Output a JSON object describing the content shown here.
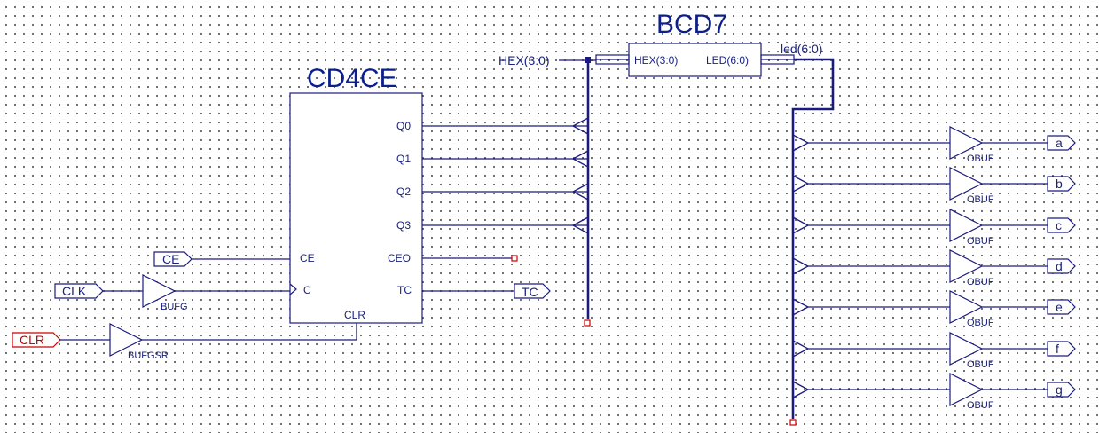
{
  "schematic": {
    "counter": {
      "title": "CD4CE",
      "pins": {
        "q0": "Q0",
        "q1": "Q1",
        "q2": "Q2",
        "q3": "Q3",
        "ceo": "CEO",
        "tc": "TC",
        "ce": "CE",
        "c": "C",
        "clr": "CLR"
      }
    },
    "decoder": {
      "title": "BCD7",
      "pins": {
        "hex": "HEX(3:0)",
        "led": "LED(6:0)"
      }
    },
    "nets": {
      "hex_bus": "HEX(3:0)",
      "led_bus": "led(6:0)"
    },
    "ports": {
      "ce": "CE",
      "clk": "CLK",
      "clr": "CLR",
      "tc": "TC",
      "outputs": [
        "a",
        "b",
        "c",
        "d",
        "e",
        "f",
        "g"
      ]
    },
    "buffers": {
      "clock": "BUFG",
      "reset": "BUFGSR",
      "output": "OBUF"
    },
    "colors": {
      "wire": "#1b1b7e",
      "title": "#0c1f8a",
      "highlight": "#cc0000"
    }
  }
}
